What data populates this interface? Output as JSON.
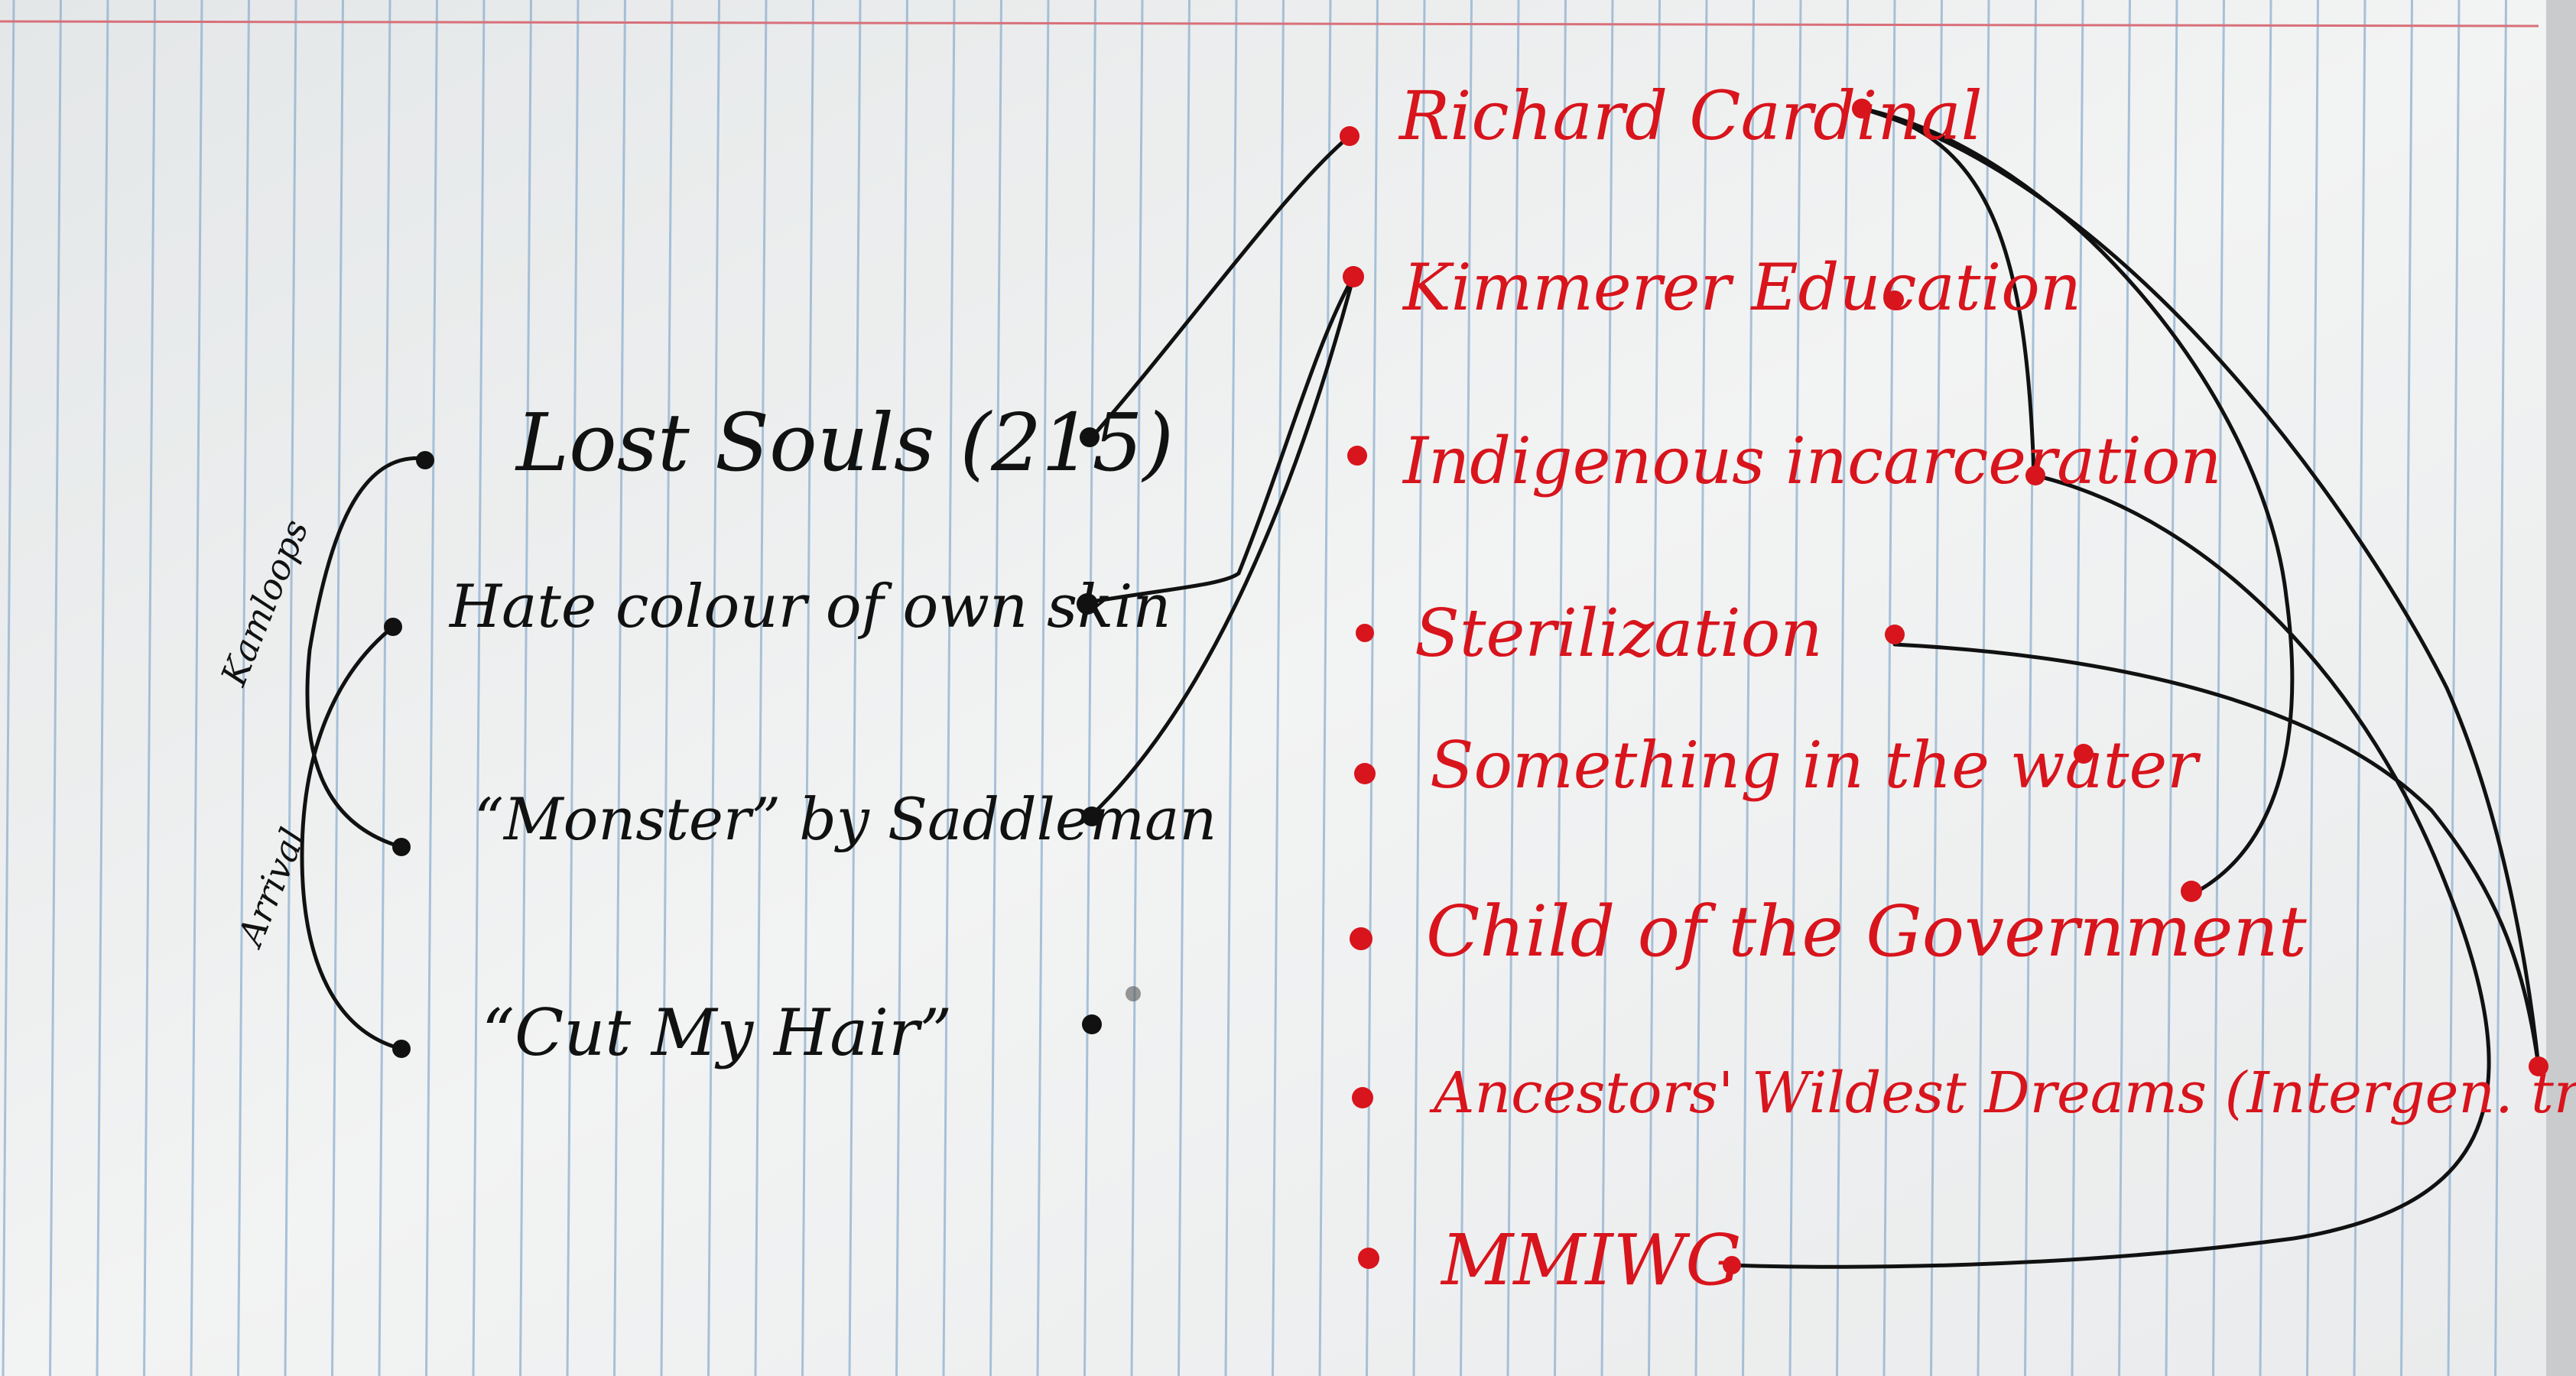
{
  "left_items": [
    "Lost Souls (215)",
    "Hate colour of own skin",
    "“Monster” by Saddleman",
    "“Cut My Hair”"
  ],
  "bracket_labels": {
    "upper": "Kamloops",
    "lower": "Arrival"
  },
  "right_items": [
    "Richard Cardinal",
    "Kimmerer Education",
    "Indigenous incarceration",
    "Sterilization",
    "Something in the water",
    "Child of the Government",
    "Ancestors' Wildest Dreams (Intergen. trauma)",
    "MMIWG"
  ],
  "colors": {
    "paper": "#eef0f0",
    "rule_lines": "#8fb0cf",
    "margin_line": "#d8707a",
    "ink_black": "#111111",
    "ink_red": "#d8141c"
  }
}
